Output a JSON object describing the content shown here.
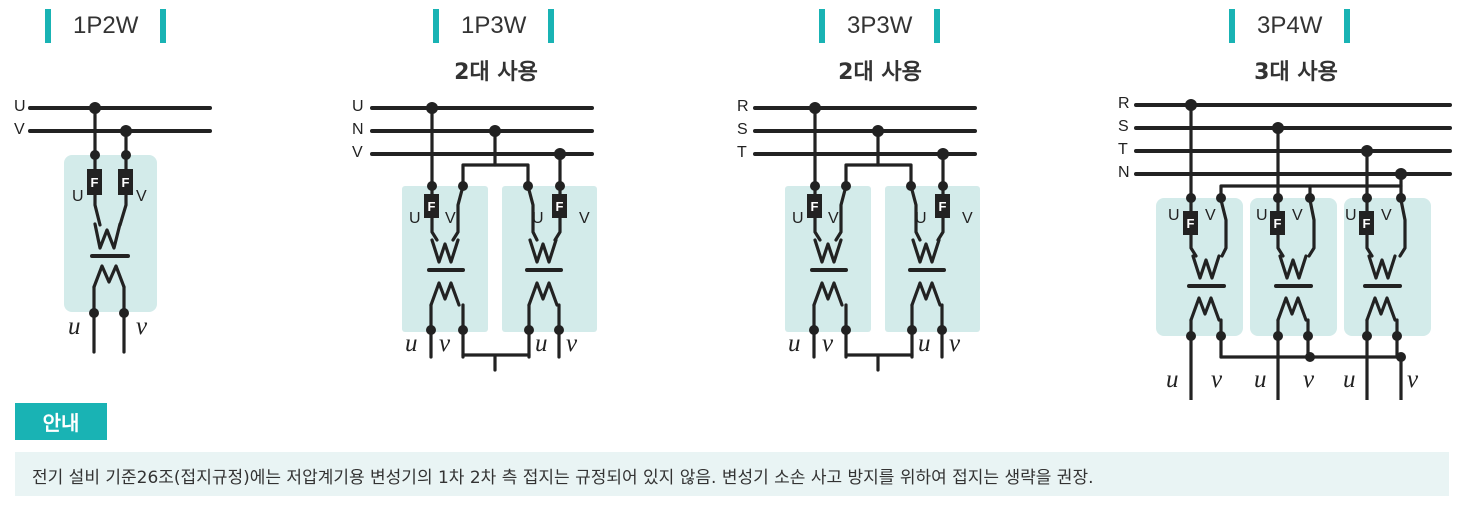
{
  "headers": [
    "1P2W",
    "1P3W",
    "3P3W",
    "3P4W"
  ],
  "subtitles": [
    "2대 사용",
    "2대 사용",
    "3대 사용"
  ],
  "lines": {
    "d1": [
      "U",
      "V"
    ],
    "d2": [
      "U",
      "N",
      "V"
    ],
    "d3": [
      "R",
      "S",
      "T"
    ],
    "d4": [
      "R",
      "S",
      "T",
      "N"
    ]
  },
  "terminal_primary": [
    "U",
    "V"
  ],
  "terminal_secondary": [
    "u",
    "v"
  ],
  "fuse_label": "F",
  "notice": {
    "badge": "안내",
    "text": "전기 설비 기준26조(접지규정)에는 저압계기용 변성기의 1차 2차 측 접지는 규정되어 있지 않음. 변성기 소손 사고 방지를 위하여 접지는 생략을 권장."
  },
  "colors": {
    "accent": "#19b3b4",
    "box": "#d3ebea",
    "line": "#222222"
  }
}
